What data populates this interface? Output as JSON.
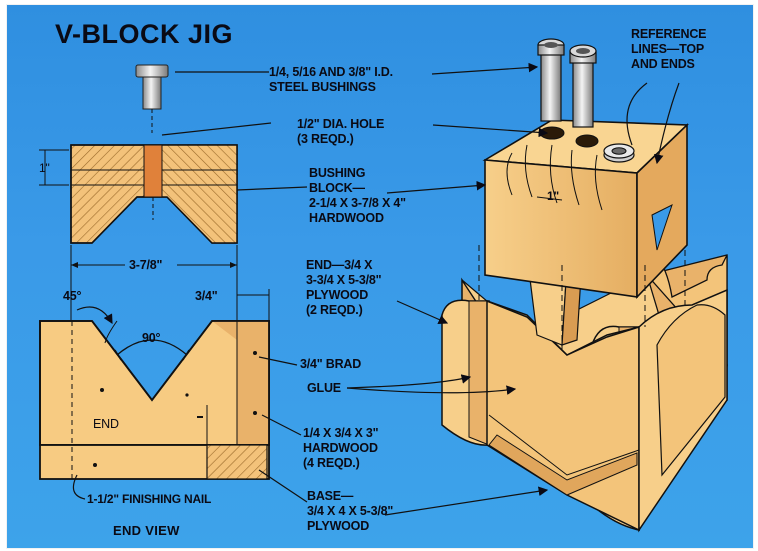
{
  "title": "V-BLOCK JIG",
  "labels": {
    "bushings": "1/4, 5/16 AND 3/8\" I.D.\nSTEEL BUSHINGS",
    "hole": "1/2\" DIA. HOLE\n(3 REQD.)",
    "bushing_block": "BUSHING\nBLOCK—\n2-1/4 X 3-7/8 X 4\"\nHARDWOOD",
    "end_piece": "END—3/4 X\n3-3/4 X 5-3/8\"\nPLYWOOD\n(2 REQD.)",
    "brad": "3/4\" BRAD",
    "glue": "GLUE",
    "hardwood_strip": "1/4 X 3/4 X 3\"\nHARDWOOD\n(4 REQD.)",
    "base": "BASE—\n3/4 X 4 X 5-3/8\"\nPLYWOOD",
    "finishing_nail": "1-1/2\" FINISHING NAIL",
    "reference_lines": "REFERENCE\nLINES—TOP\nAND ENDS",
    "end_view": "END VIEW",
    "end": "END"
  },
  "dimensions": {
    "width": "3-7/8\"",
    "angle_45": "45°",
    "angle_90": "90°",
    "thickness": "3/4\"",
    "block_height": "1\"",
    "iso_height": "1\""
  },
  "colors": {
    "background": "#3a9ae8",
    "wood": "#f5c77e",
    "wood_dark": "#d9a25c",
    "outline": "#1a1206",
    "label": "#0a0a14"
  }
}
